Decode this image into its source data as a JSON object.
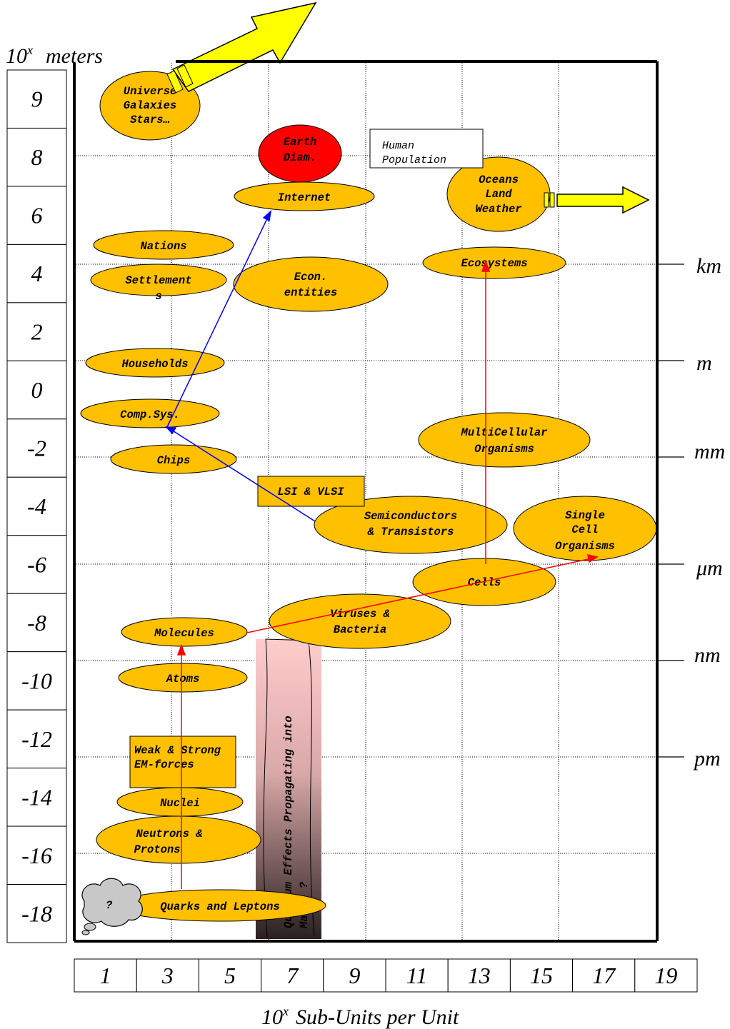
{
  "y_axis": {
    "title_base": "10",
    "title_sup": "x",
    "title_rest": "meters",
    "ticks": [
      "9",
      "8",
      "6",
      "4",
      "2",
      "0",
      "-2",
      "-4",
      "-6",
      "-8",
      "-10",
      "-12",
      "-14",
      "-16",
      "-18"
    ]
  },
  "x_axis": {
    "title_base": "10",
    "title_sup": "x",
    "title_rest": "Sub-Units per Unit",
    "ticks": [
      "1",
      "3",
      "5",
      "7",
      "9",
      "11",
      "13",
      "15",
      "17",
      "19"
    ]
  },
  "units": [
    "km",
    "m",
    "mm",
    "μm",
    "nm",
    "pm"
  ],
  "ellipses": {
    "universe": [
      "Universe",
      "Galaxies",
      "Stars…"
    ],
    "earth": [
      "Earth",
      "Diam."
    ],
    "internet": [
      "Internet"
    ],
    "oceans": [
      "Oceans",
      "Land",
      "Weather"
    ],
    "nations": [
      "Nations"
    ],
    "settlements": [
      "Settlement",
      "s"
    ],
    "econ": [
      "Econ.",
      "entities"
    ],
    "ecosystems": [
      "Ecosystems"
    ],
    "households": [
      "Households"
    ],
    "compsys": [
      "Comp.Sys."
    ],
    "chips": [
      "Chips"
    ],
    "multicellular": [
      "MultiCellular",
      "Organisms"
    ],
    "semiconductors": [
      "Semiconductors",
      "& Transistors"
    ],
    "singlecell": [
      "Single",
      "Cell",
      "Organisms"
    ],
    "cells": [
      "Cells"
    ],
    "viruses": [
      "Viruses &",
      "Bacteria"
    ],
    "molecules": [
      "Molecules"
    ],
    "atoms": [
      "Atoms"
    ],
    "nuclei": [
      "Nuclei"
    ],
    "neutrons": [
      "Neutrons &",
      "Protons"
    ],
    "quarks": [
      "Quarks and Leptons"
    ]
  },
  "boxes": {
    "human_population": [
      "Human",
      "Population"
    ],
    "lsi": [
      "LSI & VLSI"
    ],
    "forces": [
      "Weak & Strong",
      "EM-forces"
    ]
  },
  "quantum_banner": [
    "Quantum Effects Propagating into",
    "Macro ?"
  ],
  "cloud_label": "?",
  "colors": {
    "ellipse_fill": "#FFC000",
    "earth_fill": "#FF0000",
    "arrow_fill": "#FFFF00",
    "blue_line": "#0000FF",
    "red_line": "#FF0000"
  }
}
